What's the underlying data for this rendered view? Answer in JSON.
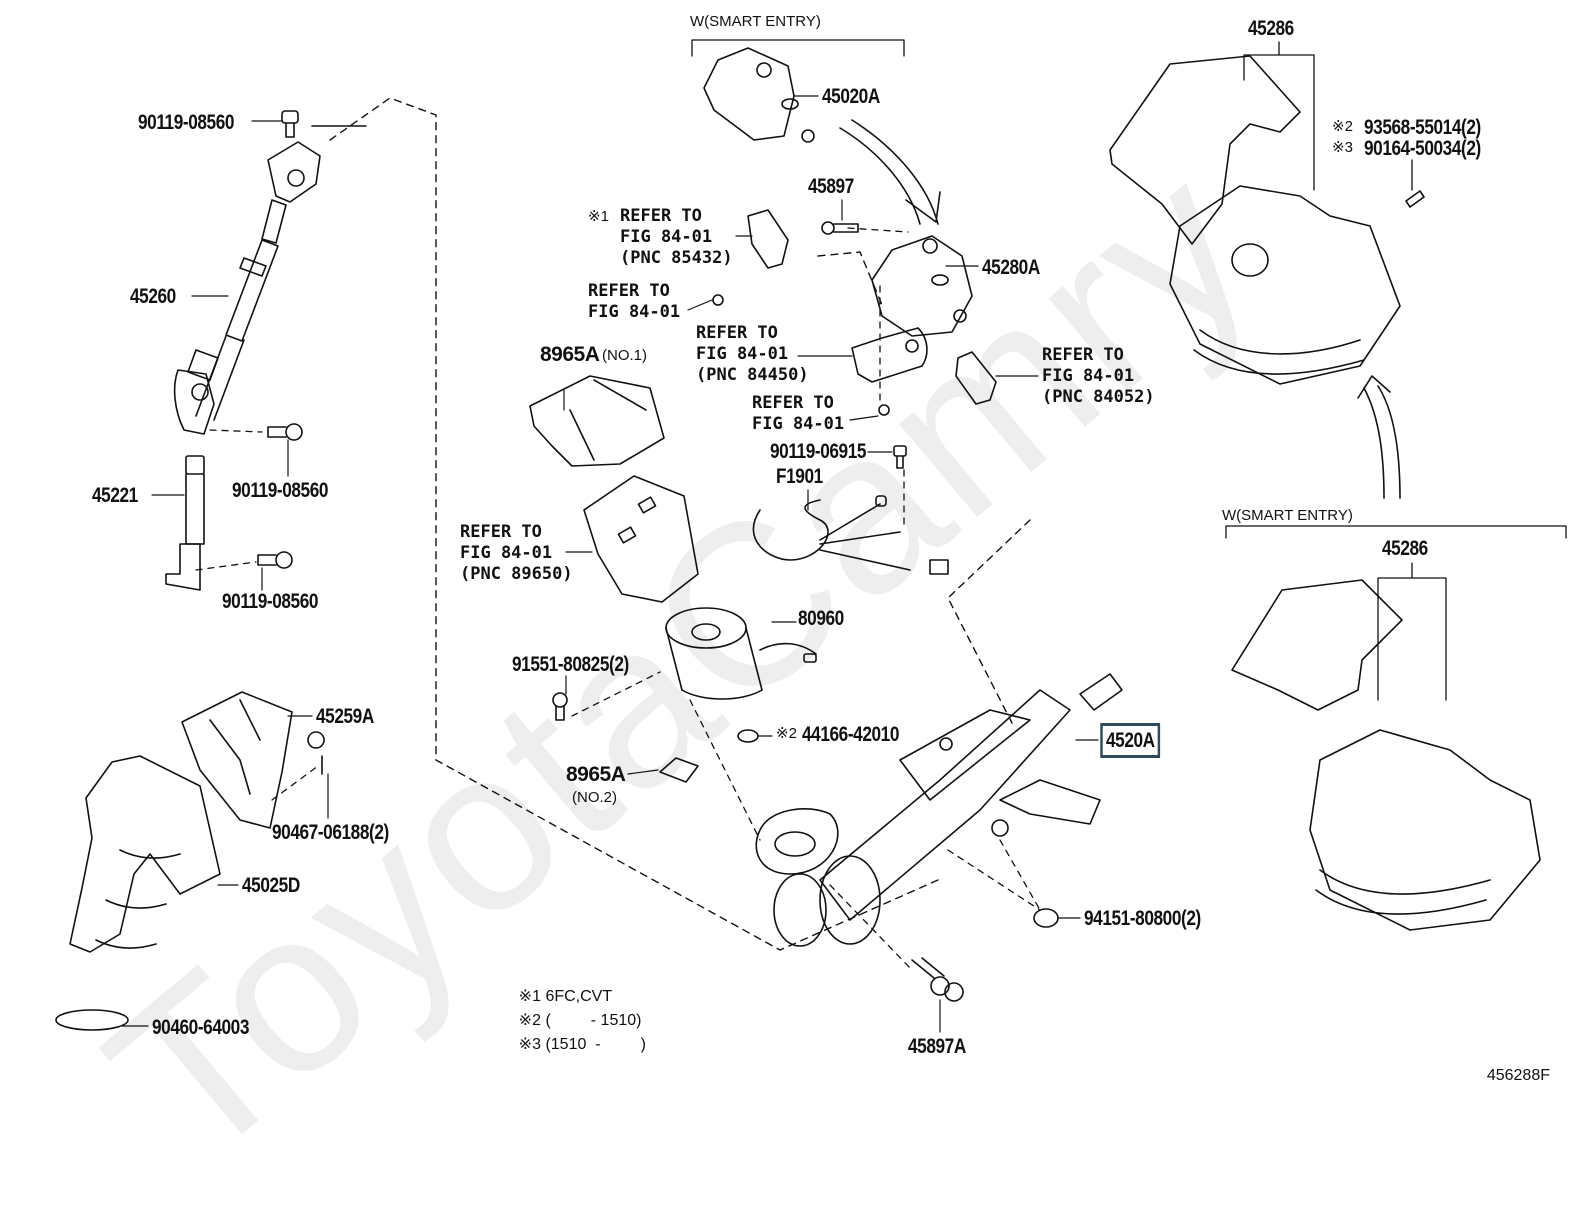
{
  "watermark": "ToyotaCamry",
  "figure_id": "456288F",
  "groups": [
    {
      "label": "W(SMART ENTRY)",
      "id": "smart-entry-top"
    },
    {
      "label": "W(SMART ENTRY)",
      "id": "smart-entry-right"
    }
  ],
  "parts": [
    {
      "id": "p-90119-08560-top",
      "number": "90119-08560"
    },
    {
      "id": "p-45260",
      "number": "45260"
    },
    {
      "id": "p-90119-08560-mid",
      "number": "90119-08560"
    },
    {
      "id": "p-45221",
      "number": "45221"
    },
    {
      "id": "p-90119-08560-low",
      "number": "90119-08560"
    },
    {
      "id": "p-45259A",
      "number": "45259A"
    },
    {
      "id": "p-90467-06188",
      "number": "90467-06188(2)"
    },
    {
      "id": "p-45025D",
      "number": "45025D"
    },
    {
      "id": "p-90460-64003",
      "number": "90460-64003"
    },
    {
      "id": "p-45020A",
      "number": "45020A"
    },
    {
      "id": "p-45897",
      "number": "45897"
    },
    {
      "id": "p-45280A",
      "number": "45280A"
    },
    {
      "id": "p-8965A-no1",
      "number": "8965A",
      "suffix": "(NO.1)"
    },
    {
      "id": "p-90119-06915",
      "number": "90119-06915"
    },
    {
      "id": "p-F1901",
      "number": "F1901"
    },
    {
      "id": "p-80960",
      "number": "80960"
    },
    {
      "id": "p-91551-80825",
      "number": "91551-80825(2)"
    },
    {
      "id": "p-44166-42010",
      "number": "44166-42010",
      "note_mark": "※2"
    },
    {
      "id": "p-8965A-no2",
      "number": "8965A",
      "suffix": "(NO.2)"
    },
    {
      "id": "p-4520A",
      "number": "4520A",
      "highlighted": true
    },
    {
      "id": "p-94151-80800",
      "number": "94151-80800(2)"
    },
    {
      "id": "p-45897A",
      "number": "45897A"
    },
    {
      "id": "p-45286-top",
      "number": "45286"
    },
    {
      "id": "p-45286-right",
      "number": "45286"
    },
    {
      "id": "p-93568-55014",
      "number": "93568-55014(2)",
      "note_mark": "※2"
    },
    {
      "id": "p-90164-50034",
      "number": "90164-50034(2)",
      "note_mark": "※3"
    }
  ],
  "refs": [
    {
      "id": "ref-85432",
      "note_mark": "※1",
      "line1": "REFER TO",
      "line2": "FIG 84-01",
      "line3": "(PNC 85432)"
    },
    {
      "id": "ref-screw-a",
      "line1": "REFER TO",
      "line2": "FIG 84-01"
    },
    {
      "id": "ref-84450",
      "line1": "REFER TO",
      "line2": "FIG 84-01",
      "line3": "(PNC 84450)"
    },
    {
      "id": "ref-screw-b",
      "line1": "REFER TO",
      "line2": "FIG 84-01"
    },
    {
      "id": "ref-84052",
      "line1": "REFER TO",
      "line2": "FIG 84-01",
      "line3": "(PNC 84052)"
    },
    {
      "id": "ref-89650",
      "line1": "REFER TO",
      "line2": "FIG 84-01",
      "line3": "(PNC 89650)"
    }
  ],
  "notes": [
    {
      "mark": "※1",
      "text": "6FC,CVT"
    },
    {
      "mark": "※2",
      "text": "(         - 1510)"
    },
    {
      "mark": "※3",
      "text": "(1510  -         )"
    }
  ],
  "colors": {
    "highlight_box": "#2f4a5a",
    "line": "#111111",
    "watermark": "#eeeeee"
  }
}
